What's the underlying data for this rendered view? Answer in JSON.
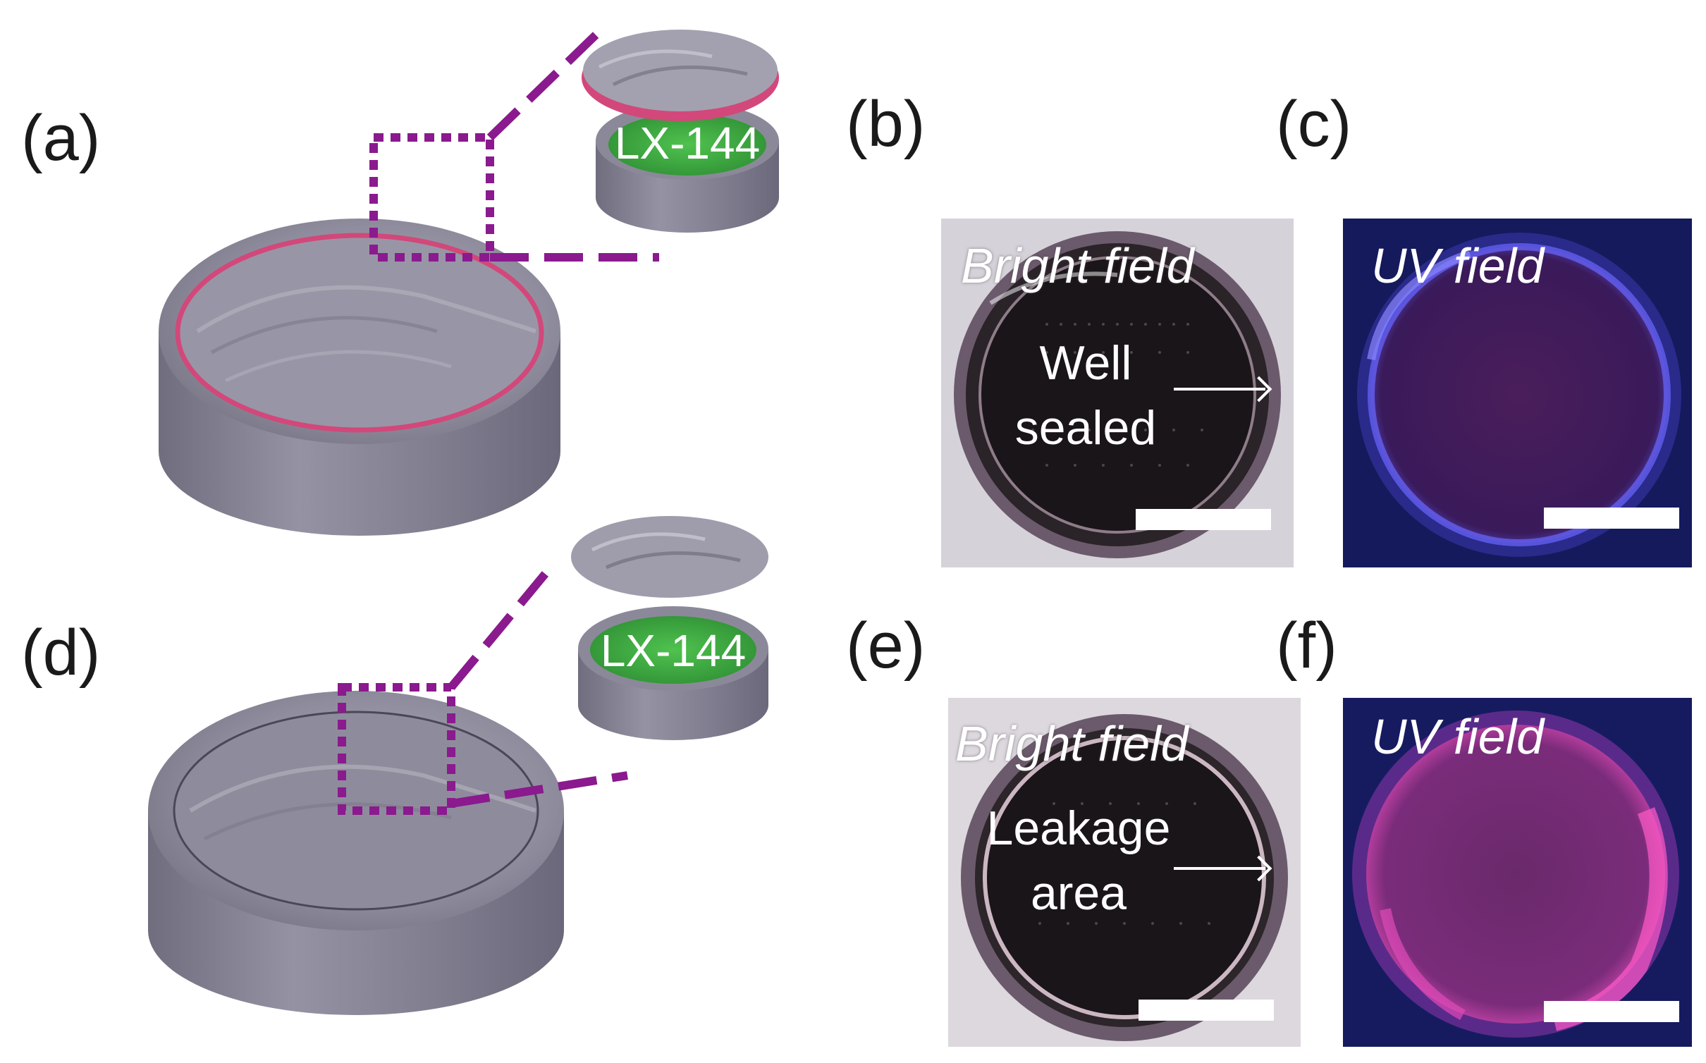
{
  "panels": {
    "a": {
      "letter": "(a)",
      "inset_label": "LX-144"
    },
    "b": {
      "letter": "(b)",
      "title": "Bright field",
      "annotation_line1": "Well",
      "annotation_line2": "sealed"
    },
    "c": {
      "letter": "(c)",
      "title": "UV field"
    },
    "d": {
      "letter": "(d)",
      "inset_label": "LX-144"
    },
    "e": {
      "letter": "(e)",
      "title": "Bright field",
      "annotation_line1": "Leakage",
      "annotation_line2": "area"
    },
    "f": {
      "letter": "(f)",
      "title": "UV field"
    }
  },
  "colors": {
    "cylinder": "#8a8898",
    "seal_ring": "#d2487a",
    "liquid": "#3fae3f",
    "dashed_box": "#8a1a8e",
    "uv_background": "#1a1f6a"
  }
}
